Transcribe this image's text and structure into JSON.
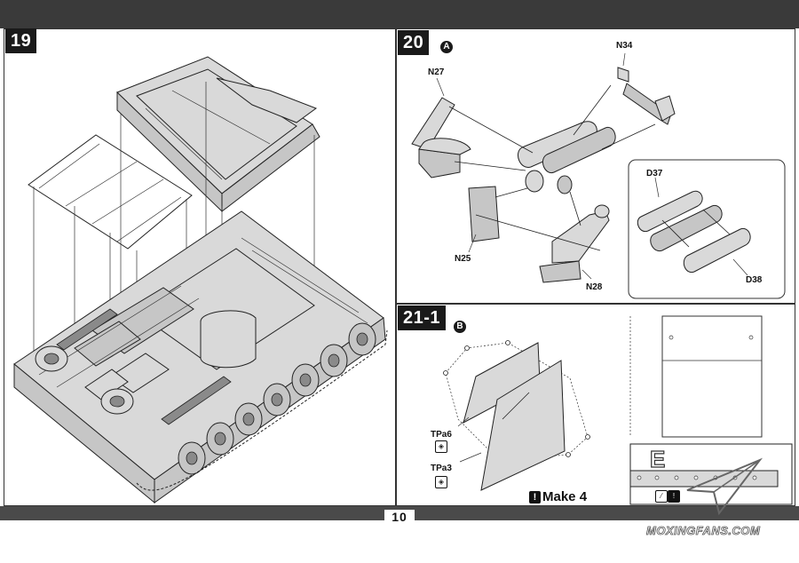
{
  "page": {
    "number": "10"
  },
  "steps": [
    {
      "id": "19",
      "label": "19"
    },
    {
      "id": "20",
      "label": "20",
      "sub": "A",
      "parts": [
        "N27",
        "N34",
        "N25",
        "N28",
        "D37",
        "D38"
      ]
    },
    {
      "id": "21-1",
      "label": "21-1",
      "sub": "B",
      "parts": [
        "TPa6",
        "TPa3"
      ],
      "note": "Make 4",
      "sheet": "E"
    }
  ],
  "watermark": "MOXINGFANS.COM",
  "icons": [
    "warning-icon",
    "glue-icon",
    "cut-icon"
  ]
}
